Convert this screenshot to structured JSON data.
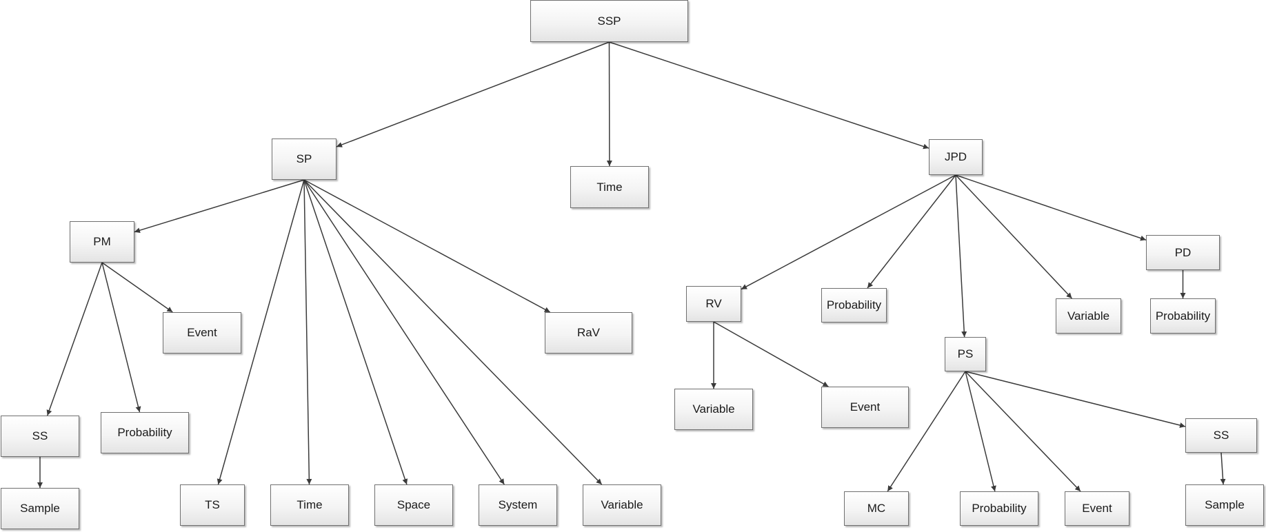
{
  "nodes": {
    "ssp": "SSP",
    "sp": "SP",
    "time_top": "Time",
    "jpd": "JPD",
    "pm": "PM",
    "event_pm": "Event",
    "rav": "RaV",
    "ss_left": "SS",
    "probability_pm": "Probability",
    "sample_left": "Sample",
    "ts": "TS",
    "time_sp": "Time",
    "space": "Space",
    "system": "System",
    "variable_sp": "Variable",
    "rv": "RV",
    "probability_jpd": "Probability",
    "variable_jpd": "Variable",
    "pd": "PD",
    "probability_pd": "Probability",
    "variable_rv": "Variable",
    "event_rv": "Event",
    "ps": "PS",
    "mc": "MC",
    "probability_ps": "Probability",
    "event_ps": "Event",
    "ss_right": "SS",
    "sample_right": "Sample"
  },
  "edges": [
    [
      "ssp",
      "sp"
    ],
    [
      "ssp",
      "time_top"
    ],
    [
      "ssp",
      "jpd"
    ],
    [
      "sp",
      "pm"
    ],
    [
      "sp",
      "ts"
    ],
    [
      "sp",
      "time_sp"
    ],
    [
      "sp",
      "space"
    ],
    [
      "sp",
      "system"
    ],
    [
      "sp",
      "variable_sp"
    ],
    [
      "sp",
      "rav"
    ],
    [
      "pm",
      "event_pm"
    ],
    [
      "pm",
      "ss_left"
    ],
    [
      "pm",
      "probability_pm"
    ],
    [
      "ss_left",
      "sample_left"
    ],
    [
      "jpd",
      "rv"
    ],
    [
      "jpd",
      "probability_jpd"
    ],
    [
      "jpd",
      "ps"
    ],
    [
      "jpd",
      "variable_jpd"
    ],
    [
      "jpd",
      "pd"
    ],
    [
      "pd",
      "probability_pd"
    ],
    [
      "rv",
      "variable_rv"
    ],
    [
      "rv",
      "event_rv"
    ],
    [
      "ps",
      "mc"
    ],
    [
      "ps",
      "probability_ps"
    ],
    [
      "ps",
      "event_ps"
    ],
    [
      "ps",
      "ss_right"
    ],
    [
      "ss_right",
      "sample_right"
    ]
  ]
}
